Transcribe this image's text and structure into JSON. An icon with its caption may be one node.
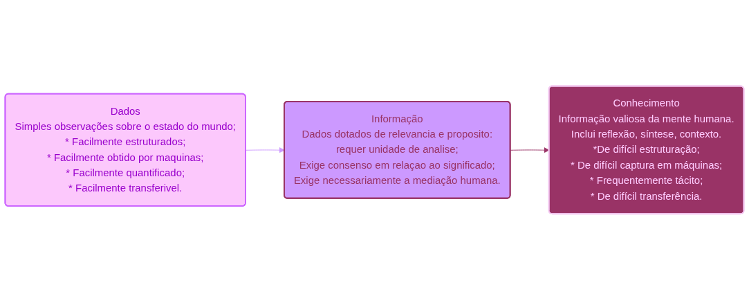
{
  "diagram": {
    "nodes": [
      {
        "text": [
          "Dados",
          "Simples observações sobre o estado do mundo;",
          "* Facilmente estruturados;",
          "* Facilmente obtido por maquinas;",
          "* Facilmente quantificado;",
          "* Facilmente transferivel."
        ]
      },
      {
        "text": [
          "Informação",
          "Dados dotados de relevancia e proposito:",
          "requer unidade de analise;",
          "Exige consenso em relaçao ao significado;",
          "Exige necessariamente a mediação humana."
        ]
      },
      {
        "text": [
          "Conhecimento",
          "Informação valiosa da mente humana.",
          "Inclui reflexão, síntese, contexto.",
          "*De difícil estruturação;",
          "* De difícil captura em máquinas;",
          "* Frequentemente tácito;",
          "* De difícil transferência."
        ]
      }
    ],
    "edges": [
      {
        "from": 0,
        "to": 1,
        "arrow": "to",
        "color": "#cc99ff"
      },
      {
        "from": 1,
        "to": 2,
        "arrow": "to",
        "color": "#993366"
      }
    ]
  }
}
